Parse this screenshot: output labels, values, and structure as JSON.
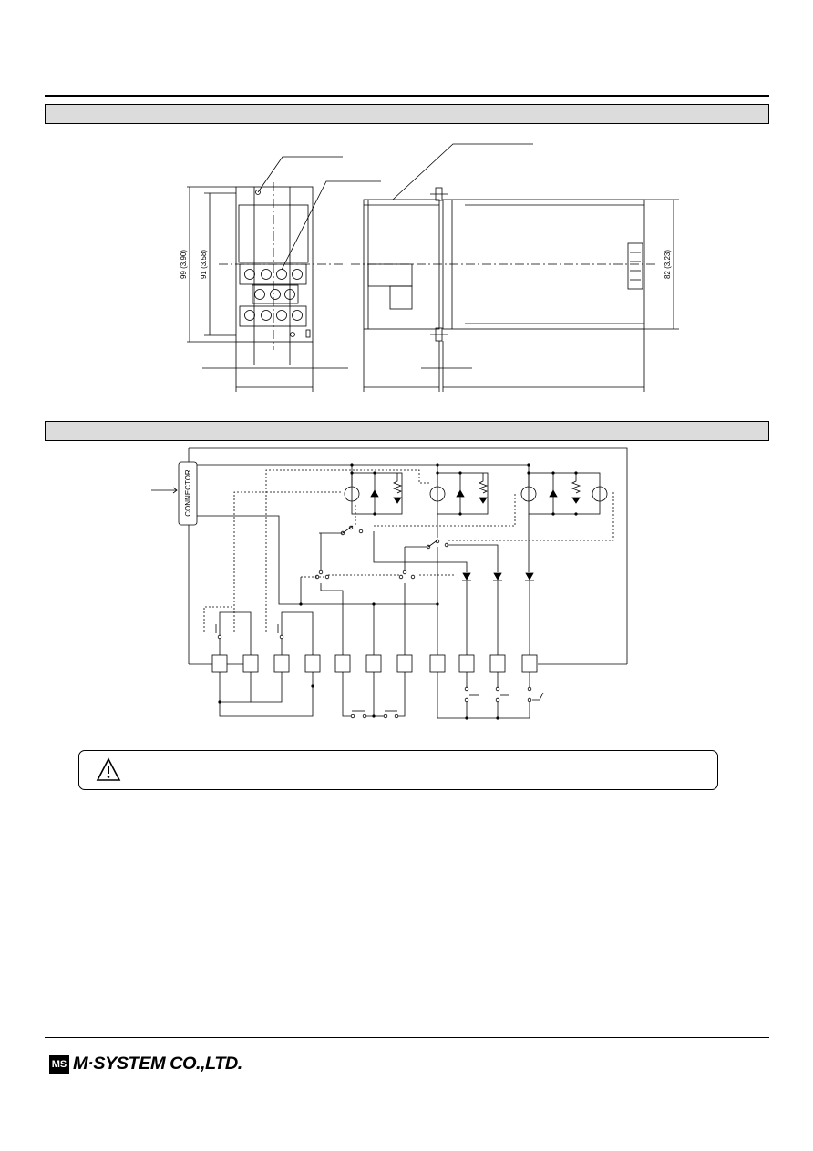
{
  "dimensions": {
    "height_overall": "99 (3.90)",
    "height_mounting": "91 (3.58)",
    "height_side": "82 (3.23)"
  },
  "connection": {
    "connector_label": "CONNECTOR"
  },
  "caution": {
    "icon": "warning-triangle-icon",
    "text": ""
  },
  "footer": {
    "logo_mark": "MS",
    "company": "M·SYSTEM CO.,LTD."
  }
}
